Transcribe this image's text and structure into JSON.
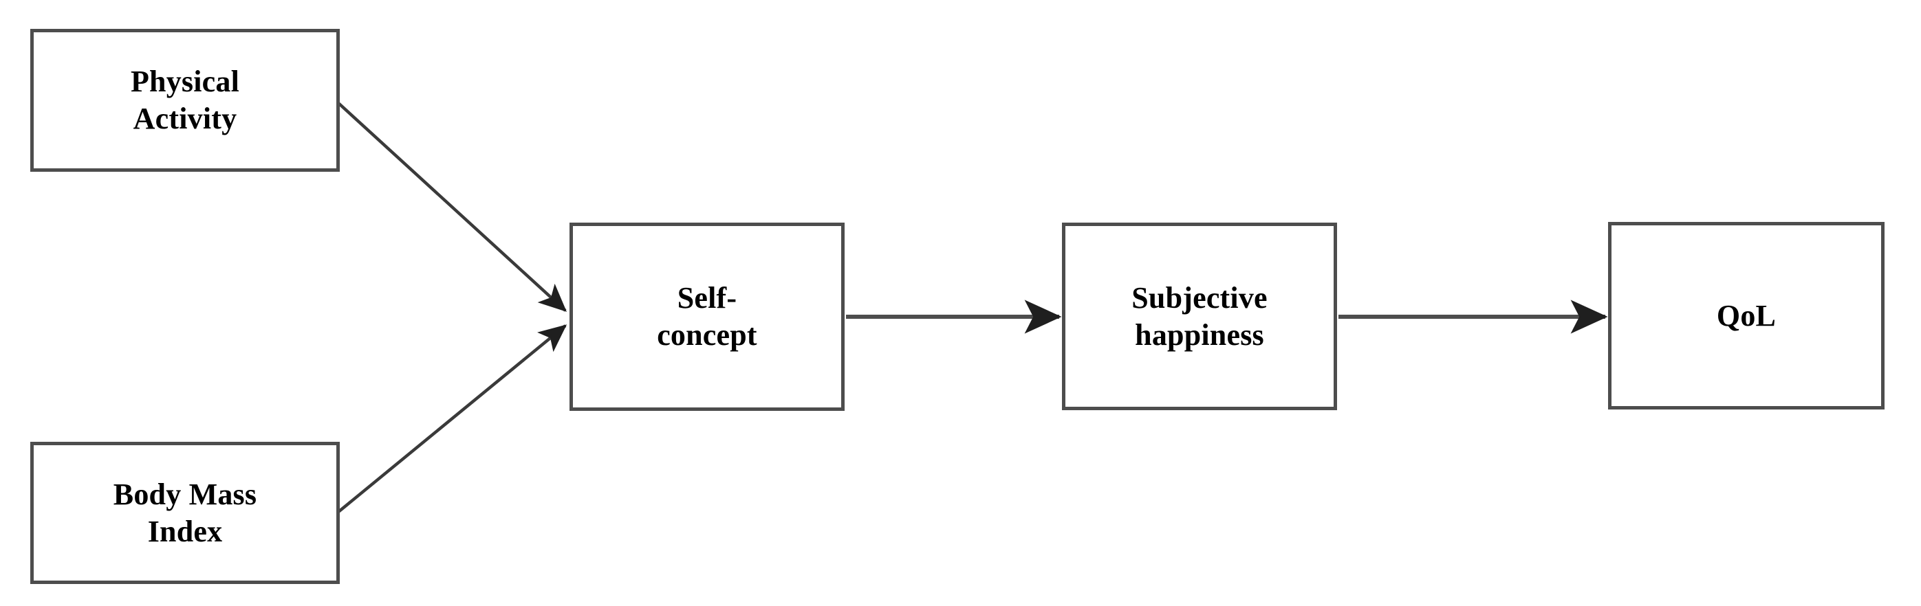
{
  "diagram": {
    "type": "path-model",
    "title": "",
    "background_color": "#ffffff",
    "box_border_color": "#4d4d4d",
    "arrow_color": "#3a3a3a",
    "text_color": "#000000",
    "nodes": [
      {
        "id": "physical-activity",
        "label": "Physical\nActivity",
        "lines": [
          "Physical",
          "Activity"
        ]
      },
      {
        "id": "body-mass-index",
        "label": "Body Mass\nIndex",
        "lines": [
          "Body Mass",
          "Index"
        ]
      },
      {
        "id": "self-concept",
        "label": "Self-\nconcept",
        "lines": [
          "Self-",
          "concept"
        ]
      },
      {
        "id": "subjective-happiness",
        "label": "Subjective\nhappiness",
        "lines": [
          "Subjective",
          "happiness"
        ]
      },
      {
        "id": "qol",
        "label": "QoL",
        "lines": [
          "QoL"
        ]
      }
    ],
    "edges": [
      {
        "id": "edge-pa-to-sc",
        "from": "physical-activity",
        "to": "self-concept",
        "style": "diagonal-down",
        "arrowhead": "filled-triangle",
        "label": ""
      },
      {
        "id": "edge-bmi-to-sc",
        "from": "body-mass-index",
        "to": "self-concept",
        "style": "diagonal-up",
        "arrowhead": "filled-triangle",
        "label": ""
      },
      {
        "id": "edge-sc-to-sh",
        "from": "self-concept",
        "to": "subjective-happiness",
        "style": "horizontal",
        "arrowhead": "filled-triangle",
        "label": ""
      },
      {
        "id": "edge-sh-to-qol",
        "from": "subjective-happiness",
        "to": "qol",
        "style": "horizontal",
        "arrowhead": "filled-triangle",
        "label": ""
      }
    ]
  }
}
